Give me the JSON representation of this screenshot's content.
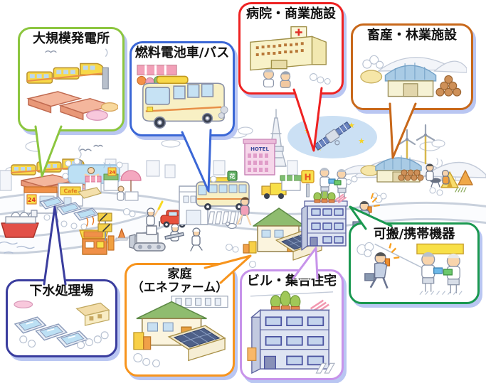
{
  "figure": {
    "type": "illustrated-diagram",
    "subject": "Cartoon town illustration with callout bubbles labeling fuel-cell / hydrogen energy applications",
    "background": "#FFFFFF",
    "callout_shadow": "#B9C6F2",
    "outline_color": "#9FA8BC"
  },
  "callouts": [
    {
      "id": "large-power-plant",
      "label": "大規模発電所",
      "border_color": "#8CC63F"
    },
    {
      "id": "fuel-cell-vehicle-bus",
      "label": "燃料電池車/バス",
      "border_color": "#3B67D6"
    },
    {
      "id": "hospital-commercial",
      "label": "病院・商業施設",
      "border_color": "#EE2222"
    },
    {
      "id": "livestock-forestry",
      "label": "畜産・林業施設",
      "border_color": "#C8681A"
    },
    {
      "id": "sewage-treatment-plant",
      "label": "下水処理場",
      "border_color": "#3A3D9E"
    },
    {
      "id": "home-enefarm",
      "label": "家庭（エネファーム）",
      "label_lines": [
        "家庭",
        "（エネファーム）"
      ],
      "border_color": "#F7941D"
    },
    {
      "id": "building-apartment",
      "label": "ビル・集合住宅",
      "border_color": "#C793EA"
    },
    {
      "id": "portable-mobile-devices",
      "label": "可搬/携帯機器",
      "border_color": "#1A9850"
    }
  ],
  "scene": {
    "signs": {
      "hotel": "HOTEL",
      "cafe": "Cafe",
      "store24": "24",
      "flower_shop": "花",
      "hydrogen_station": "H"
    },
    "palette": {
      "bus_body": "#F8F0C4",
      "bus_roof": "#F8D848",
      "window_blue": "#C6E2F4",
      "plant_roof": "#F4B69C",
      "train_yellow": "#F8D848",
      "water_blue": "#BCE0F4",
      "house_roof_green": "#8FBC6F",
      "solar_panel": "#4E6088",
      "apartment_wall": "#DEE4F2",
      "hospital_wall": "#F8F2C8",
      "red_cross": "#E03028",
      "barn_roof": "#A9CBE5",
      "log_brown": "#CE9058",
      "tent_yellow": "#F8DC6C",
      "ship_hull": "#E25048",
      "night_sky": "#CBE0F4",
      "star_yellow": "#F5D327",
      "stall_orange": "#F09048"
    }
  }
}
